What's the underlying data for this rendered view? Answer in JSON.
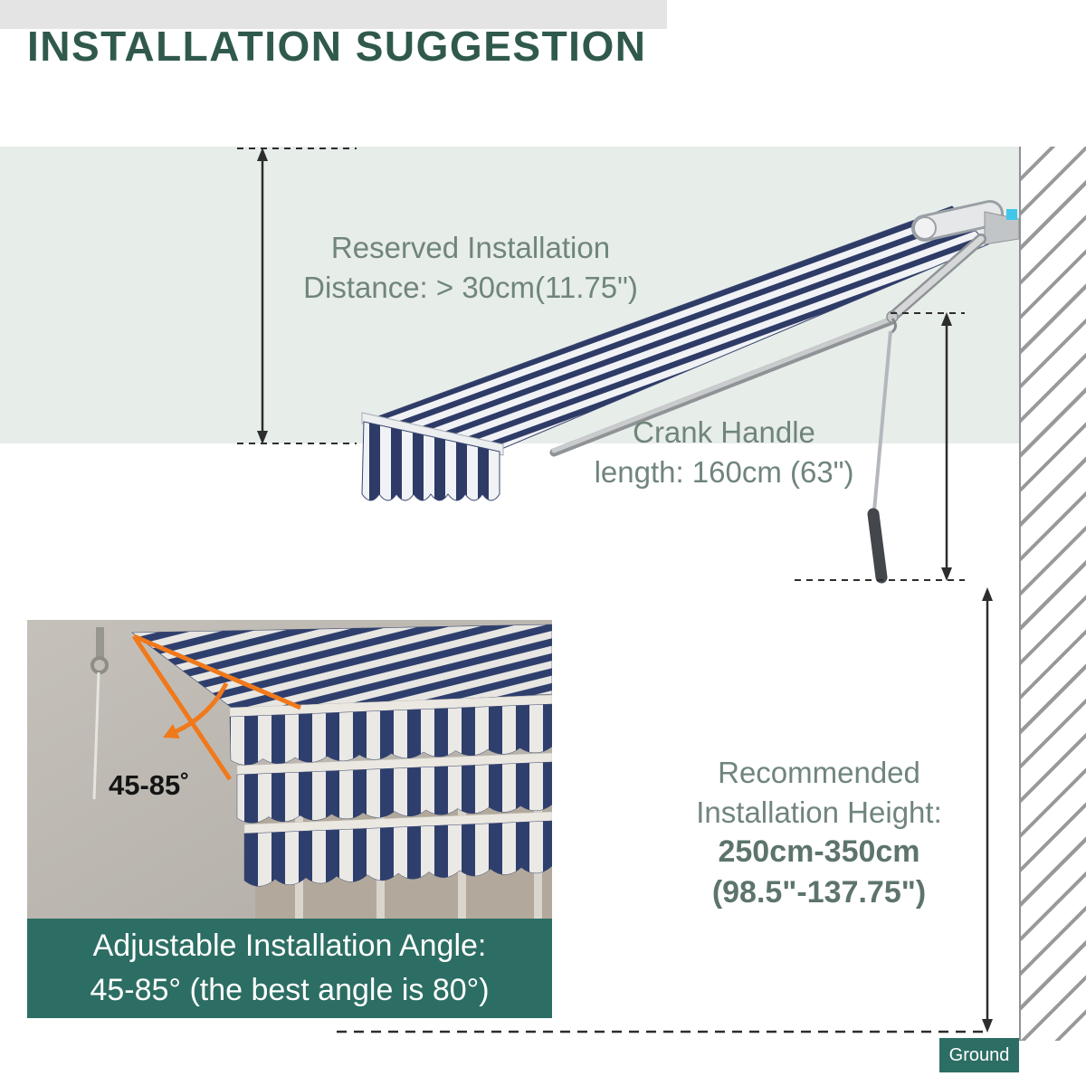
{
  "header": {
    "title": "INSTALLATION SUGGESTION"
  },
  "annotations": {
    "reserved_distance": {
      "line1": "Reserved Installation",
      "line2": "Distance: > 30cm(11.75\")"
    },
    "crank_handle": {
      "line1": "Crank Handle",
      "line2": "length: 160cm (63\")"
    },
    "installation_height": {
      "line1": "Recommended",
      "line2": "Installation Height:",
      "line3": "250cm-350cm",
      "line4": "(98.5\"-137.75\")"
    },
    "ground_label": "Ground"
  },
  "inset": {
    "angle_label": "45-85˚",
    "banner": {
      "line1": "Adjustable Installation Angle:",
      "line2": "45-85° (the best angle is 80°)"
    }
  },
  "colors": {
    "title_green": "#30594d",
    "label_green": "#70857c",
    "banner_teal": "#2c6e63",
    "accent_orange": "#f0791c",
    "stripe_navy": "#2e3b67",
    "band_gray_green": "#e7ede9",
    "title_band_gray": "#e4e4e4",
    "marker_cyan": "#3fc7ea"
  }
}
